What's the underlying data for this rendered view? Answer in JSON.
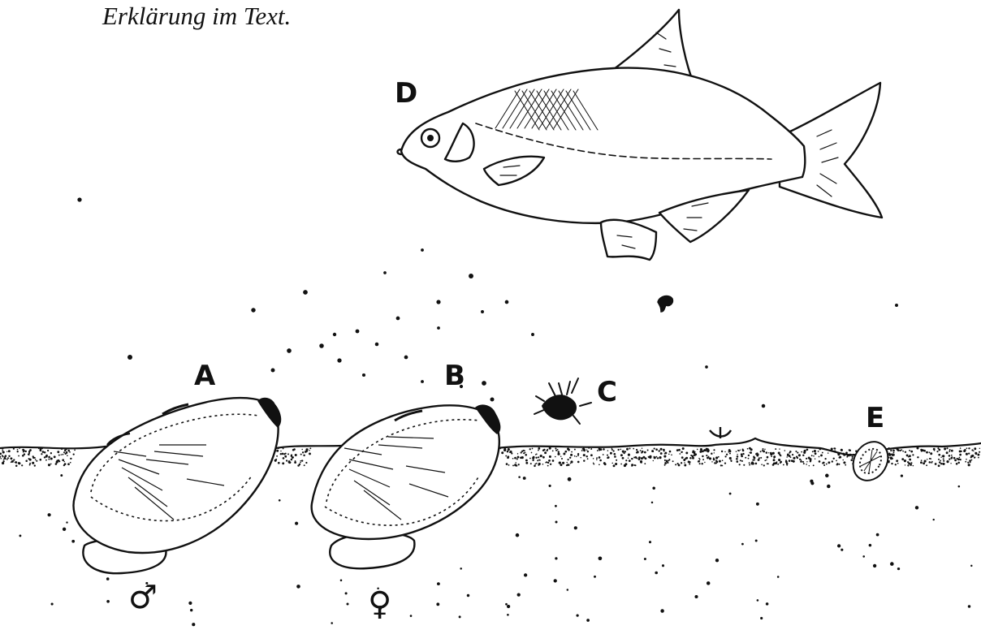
{
  "caption": "Erklärung im Text.",
  "labels": {
    "a": "A",
    "b": "B",
    "c": "C",
    "d": "D",
    "e": "E"
  },
  "symbols": {
    "male": "♂",
    "female": "♀"
  },
  "colors": {
    "ink": "#111111",
    "paper": "#ffffff"
  }
}
